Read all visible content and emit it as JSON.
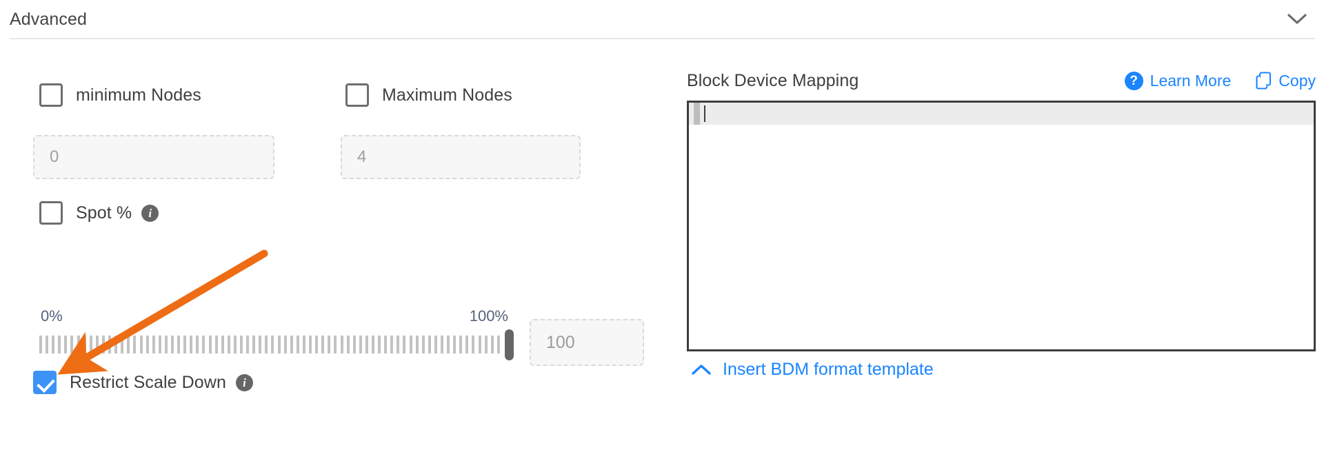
{
  "section": {
    "title": "Advanced",
    "collapse_icon": "chevron-down-icon"
  },
  "left": {
    "min_nodes": {
      "label": "minimum Nodes",
      "checked": false,
      "input_placeholder": "0"
    },
    "max_nodes": {
      "label": "Maximum Nodes",
      "checked": false,
      "input_placeholder": "4"
    },
    "spot": {
      "label": "Spot %",
      "checked": false,
      "info_icon": "info-icon",
      "info_glyph": "i"
    },
    "slider": {
      "min_label": "0%",
      "max_label": "100%",
      "value": 100,
      "value_field_text": "100",
      "tick_count": 74
    },
    "restrict_scale_down": {
      "label": "Restrict Scale Down",
      "checked": true,
      "info_icon": "info-icon",
      "info_glyph": "i"
    }
  },
  "right": {
    "title": "Block Device Mapping",
    "learn_more": {
      "label": "Learn More",
      "icon": "question-mark-circle-icon",
      "icon_glyph": "?"
    },
    "copy": {
      "label": "Copy",
      "icon": "copy-icon"
    },
    "editor": {
      "content": "",
      "active_line": 1
    },
    "footer_link": {
      "label": "Insert BDM format template",
      "icon": "chevron-up-icon"
    }
  },
  "annotation": {
    "type": "arrow",
    "color": "#ee6c14",
    "points_to": "restrict-scale-down-checkbox"
  },
  "colors": {
    "accent_blue": "#1a85ff",
    "checkbox_checked": "#3d93f5",
    "annotation_orange": "#ee6c14",
    "text_primary": "#3f3f3f",
    "text_muted": "#a0a0a0",
    "slider_label": "#56627a"
  }
}
